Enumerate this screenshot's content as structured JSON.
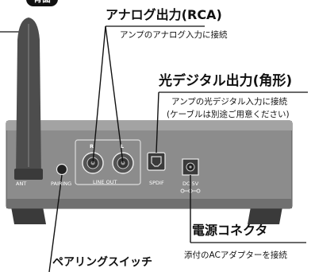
{
  "header": {
    "badge": "背面"
  },
  "callouts": {
    "rca_title": "アナログ出力(RCA)",
    "rca_desc": "アンプのアナログ入力に接続",
    "optical_title": "光デジタル出力(角形)",
    "optical_desc_1": "アンプの光デジタル入力に接続",
    "optical_desc_2": "(ケーブルは別途ご用意ください)",
    "power_title": "電源コネクタ",
    "power_desc": "添付のACアダプターを接続",
    "pairing_title": "ペアリングスイッチ"
  },
  "panel_labels": {
    "ant": "ANT",
    "pairing": "PAIRING",
    "line_out": "LINE OUT",
    "spdif": "SPDIF",
    "dc": "DC 5V",
    "r": "R",
    "l": "L"
  }
}
